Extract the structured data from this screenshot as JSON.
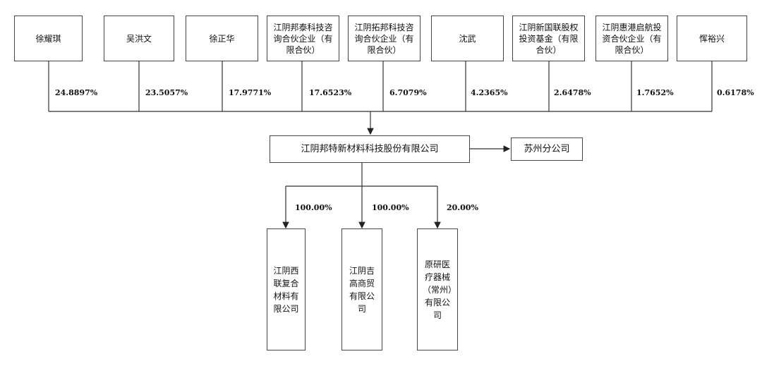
{
  "shareholders": [
    {
      "name": "徐耀琪",
      "pct": "24.8897%"
    },
    {
      "name": "吴洪文",
      "pct": "23.5057%"
    },
    {
      "name": "徐正华",
      "pct": "17.9771%"
    },
    {
      "name": "江阴邦泰科技咨询合伙企业（有限合伙）",
      "pct": "17.6523%"
    },
    {
      "name": "江阴拓邦科技咨询合伙企业（有限合伙）",
      "pct": "6.7079%"
    },
    {
      "name": "沈武",
      "pct": "4.2365%"
    },
    {
      "name": "江阴新国联股权投资基金（有限合伙）",
      "pct": "2.6478%"
    },
    {
      "name": "江阴惠港启航投资合伙企业（有限合伙）",
      "pct": "1.7652%"
    },
    {
      "name": "恽裕兴",
      "pct": "0.6178%"
    }
  ],
  "company": {
    "name": "江阴邦特新材料科技股份有限公司"
  },
  "branch": {
    "name": "苏州分公司"
  },
  "subsidiaries": [
    {
      "name": "江阴西联复合材料有限公司",
      "pct": "100.00%"
    },
    {
      "name": "江阴吉高商贸有限公司",
      "pct": "100.00%"
    },
    {
      "name": "原研医疗器械（常州）有限公司",
      "pct": "20.00%"
    }
  ]
}
